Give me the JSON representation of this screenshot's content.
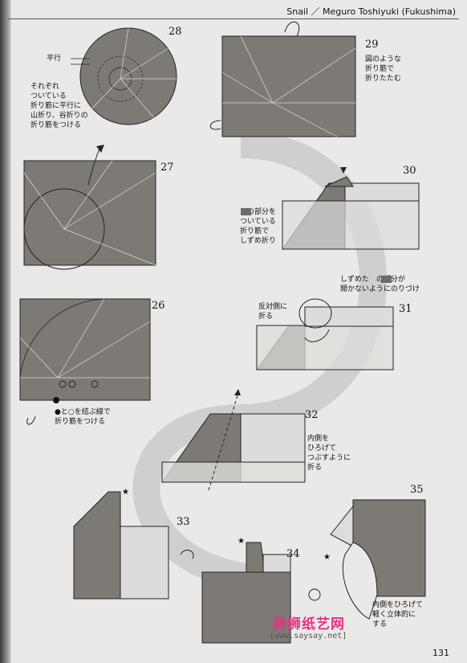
{
  "header": {
    "title": "Snail ／ Meguro Toshiyuki (Fukushima)"
  },
  "page_number": "131",
  "steps": [
    "26",
    "27",
    "28",
    "29",
    "30",
    "31",
    "32",
    "33",
    "34",
    "35"
  ],
  "notes": {
    "n28_label": "平行",
    "n28_lines": [
      "それぞれ",
      "ついている",
      "折り筋に平行に",
      "山折り、谷折りの",
      "折り筋をつける"
    ],
    "n29_lines": [
      "図のような",
      "折り筋で",
      "折りたたむ"
    ],
    "n30_lines": [
      "　の部分を",
      "ついている",
      "折り筋で",
      "しずめ折り"
    ],
    "n31_top": [
      "しずめた　の部分が",
      "開かないようにのりづけ"
    ],
    "n31_side": [
      "反対側に",
      "折る"
    ],
    "n26_lines": [
      "●と○を結ぶ線で",
      "折り筋をつける"
    ],
    "n32_lines": [
      "内側を",
      "ひろげて",
      "つぶすように",
      "折る"
    ],
    "n35_lines": [
      "内側をひろげて",
      "軽く立体的に",
      "する"
    ]
  },
  "watermark": {
    "brand": "狮狮纸艺网",
    "url": "[www.saysay.net]"
  },
  "colors": {
    "paper": "#e9e9e7",
    "fold_dark": "#7d7a76",
    "fold_light": "#dcdcda",
    "line": "#222222",
    "brand": "#e0357f"
  }
}
